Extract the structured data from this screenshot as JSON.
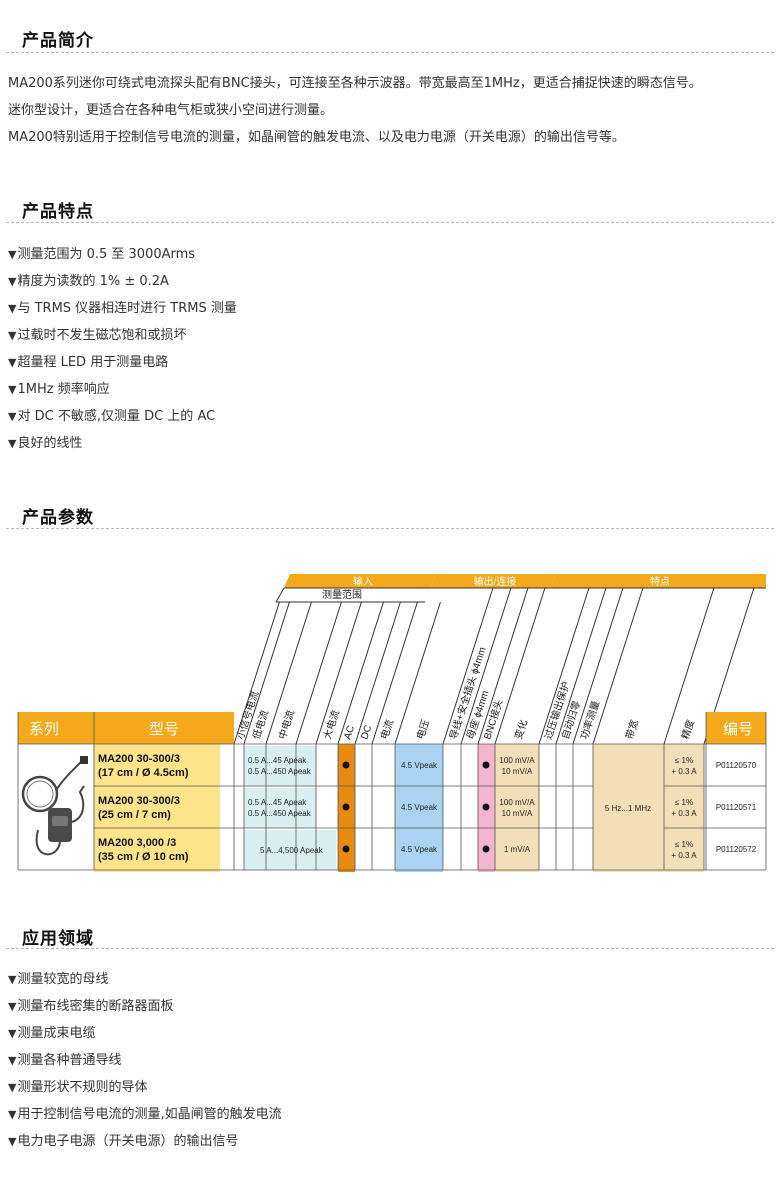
{
  "intro": {
    "title": "产品简介",
    "lines": [
      "MA200系列迷你可绕式电流探头配有BNC接头，可连接至各种示波器。带宽最高至1MHz，更适合捕捉快速的瞬态信号。",
      "迷你型设计，更适合在各种电气柜或狭小空间进行测量。",
      "MA200特别适用于控制信号电流的测量，如晶闸管的触发电流、以及电力电源（开关电源）的输出信号等。"
    ]
  },
  "features": {
    "title": "产品特点",
    "bullet_icon": "down-triangle-icon",
    "items": [
      "测量范围为 0.5 至 3000Arms",
      "精度为读数的 1% ± 0.2A",
      "与 TRMS 仪器相连时进行 TRMS 测量",
      "过载时不发生磁芯饱和或损坏",
      "超量程 LED 用于测量电路",
      "1MHz 频率响应",
      "对 DC 不敏感,仅测量 DC 上的 AC",
      "良好的线性"
    ]
  },
  "params": {
    "title": "产品参数",
    "groups": {
      "input": "输入",
      "output": "输出/连接",
      "features": "特点",
      "range": "测量范围"
    },
    "col_headers": [
      "小信号电流",
      "低电流",
      "中电流",
      "大电流",
      "AC",
      "DC",
      "电流",
      "电压",
      "导线+安全插头 ϕ4mm",
      "母座 ϕ4mm",
      "BNC接头",
      "变化",
      "过压输出保护",
      "自动归零",
      "功率测量",
      "带宽",
      "精度"
    ],
    "left_headers": {
      "series": "系列",
      "model": "型号",
      "code": "编号"
    },
    "rows": [
      {
        "model_line1": "MA200 30-300/3",
        "model_line2": "(17 cm / Ø 4.5cm)",
        "range1": "0.5 A...45 Apeak",
        "range2": "0.5 A...450 Apeak",
        "voltage": "4.5 Vpeak",
        "ratio1": "100 mV/A",
        "ratio2": "10 mV/A",
        "acc1": "≤ 1%",
        "acc2": "+ 0.3 A",
        "code": "P01120570"
      },
      {
        "model_line1": "MA200 30-300/3",
        "model_line2": "(25 cm / 7 cm)",
        "range1": "0.5 A...45 Apeak",
        "range2": "0.5 A...450 Apeak",
        "voltage": "4.5 Vpeak",
        "ratio1": "100 mV/A",
        "ratio2": "10 mV/A",
        "acc1": "≤ 1%",
        "acc2": "+ 0.3 A",
        "code": "P01120571"
      },
      {
        "model_line1": "MA200 3,000 /3",
        "model_line2": "(35 cm / Ø 10 cm)",
        "range1": "5 A...4,500 Apeak",
        "range2": "",
        "voltage": "4.5 Vpeak",
        "ratio1": "1 mV/A",
        "ratio2": "",
        "acc1": "≤ 1%",
        "acc2": "+ 0.3 A",
        "code": "P01120572"
      }
    ],
    "bandwidth": "5 Hz...1 MHz",
    "colors": {
      "orange": "#f3a91b",
      "orange_dark": "#e78a12",
      "yellow": "#fde48a",
      "blue": "#a9d3f0",
      "pink": "#f4b5cf",
      "tan": "#f2dfb7",
      "mint": "#d9efef"
    }
  },
  "applications": {
    "title": "应用领域",
    "items": [
      "测量较宽的母线",
      "测量布线密集的断路器面板",
      "测量成束电缆",
      "测量各种普通导线",
      "测量形状不规则的导体",
      "用于控制信号电流的测量,如晶闸管的触发电流",
      "电力电子电源（开关电源）的输出信号"
    ]
  }
}
